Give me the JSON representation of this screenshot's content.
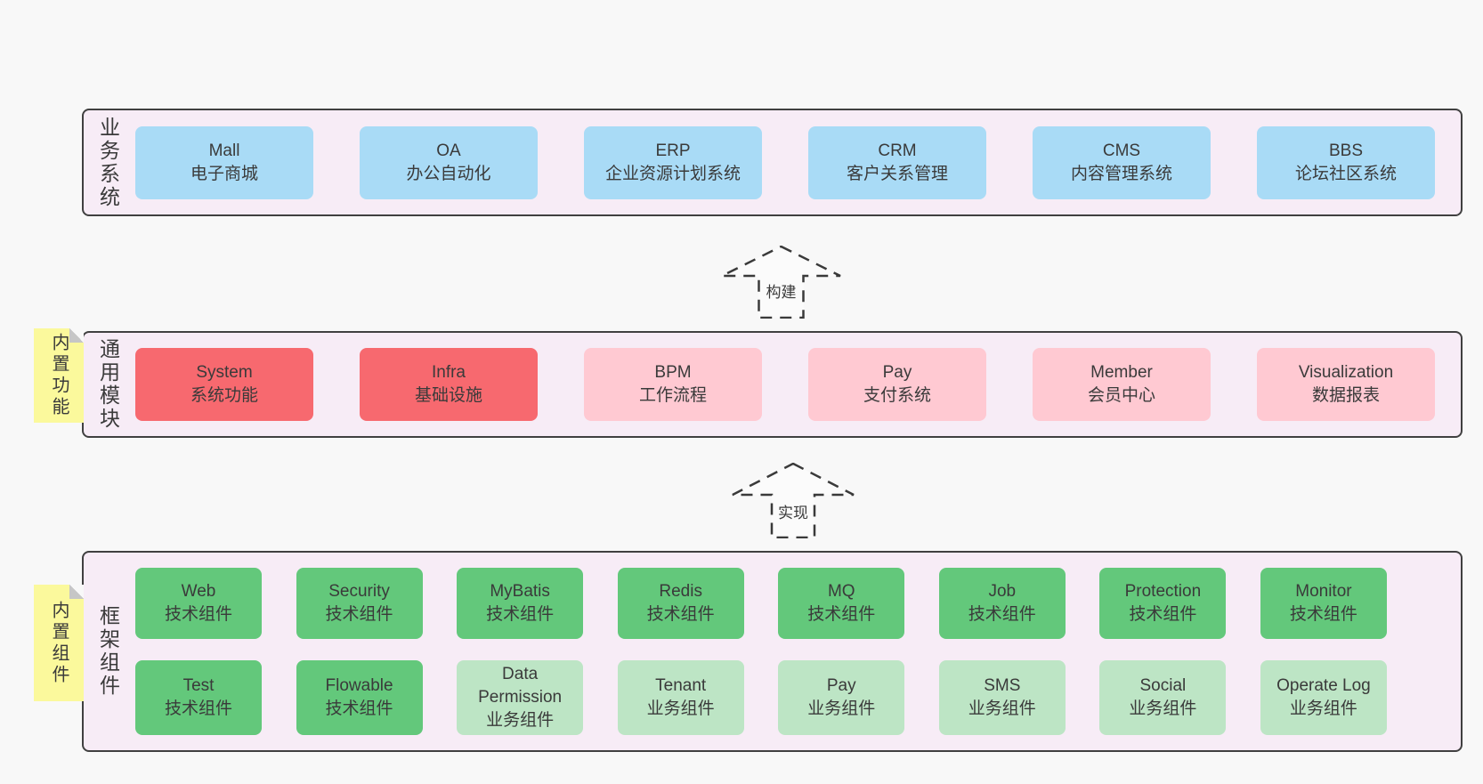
{
  "diagram": {
    "layers": [
      {
        "label": "业务系统",
        "boxes": [
          {
            "name": "Mall",
            "desc": "电子商城",
            "variant": "blue"
          },
          {
            "name": "OA",
            "desc": "办公自动化",
            "variant": "blue"
          },
          {
            "name": "ERP",
            "desc": "企业资源计划系统",
            "variant": "blue"
          },
          {
            "name": "CRM",
            "desc": "客户关系管理",
            "variant": "blue"
          },
          {
            "name": "CMS",
            "desc": "内容管理系统",
            "variant": "blue"
          },
          {
            "name": "BBS",
            "desc": "论坛社区系统",
            "variant": "blue"
          }
        ]
      },
      {
        "label": "通用模块",
        "sticky_note": "内置功能",
        "boxes": [
          {
            "name": "System",
            "desc": "系统功能",
            "variant": "red"
          },
          {
            "name": "Infra",
            "desc": "基础设施",
            "variant": "red"
          },
          {
            "name": "BPM",
            "desc": "工作流程",
            "variant": "pink"
          },
          {
            "name": "Pay",
            "desc": "支付系统",
            "variant": "pink"
          },
          {
            "name": "Member",
            "desc": "会员中心",
            "variant": "pink"
          },
          {
            "name": "Visualization",
            "desc": "数据报表",
            "variant": "pink"
          }
        ]
      },
      {
        "label": "框架组件",
        "sticky_note": "内置组件",
        "rows": [
          [
            {
              "name": "Web",
              "desc": "技术组件",
              "variant": "green"
            },
            {
              "name": "Security",
              "desc": "技术组件",
              "variant": "green"
            },
            {
              "name": "MyBatis",
              "desc": "技术组件",
              "variant": "green"
            },
            {
              "name": "Redis",
              "desc": "技术组件",
              "variant": "green"
            },
            {
              "name": "MQ",
              "desc": "技术组件",
              "variant": "green"
            },
            {
              "name": "Job",
              "desc": "技术组件",
              "variant": "green"
            },
            {
              "name": "Protection",
              "desc": "技术组件",
              "variant": "green"
            },
            {
              "name": "Monitor",
              "desc": "技术组件",
              "variant": "green"
            }
          ],
          [
            {
              "name": "Test",
              "desc": "技术组件",
              "variant": "green"
            },
            {
              "name": "Flowable",
              "desc": "技术组件",
              "variant": "green"
            },
            {
              "name": "Data Permission",
              "desc": "业务组件",
              "variant": "lightgreen"
            },
            {
              "name": "Tenant",
              "desc": "业务组件",
              "variant": "lightgreen"
            },
            {
              "name": "Pay",
              "desc": "业务组件",
              "variant": "lightgreen"
            },
            {
              "name": "SMS",
              "desc": "业务组件",
              "variant": "lightgreen"
            },
            {
              "name": "Social",
              "desc": "业务组件",
              "variant": "lightgreen"
            },
            {
              "name": "Operate Log",
              "desc": "业务组件",
              "variant": "lightgreen"
            }
          ]
        ]
      }
    ],
    "arrows": [
      {
        "label": "构建"
      },
      {
        "label": "实现"
      }
    ],
    "colors": {
      "page_bg": "#f8f8f8",
      "layer_bg": "#f7ecf6",
      "layer_border": "#404040",
      "blue": "#a9dbf6",
      "red": "#f7696f",
      "pink": "#ffc9d2",
      "green": "#63c87b",
      "lightgreen": "#bde5c5",
      "sticky": "#fbf99c",
      "fold": "#c6c6c6",
      "text": "#3a3a3a"
    }
  }
}
